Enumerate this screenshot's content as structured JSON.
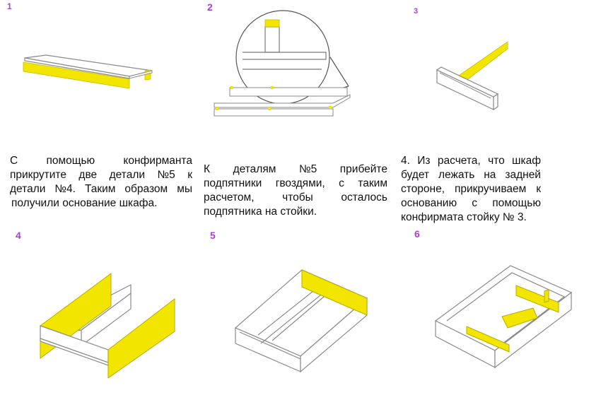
{
  "colors": {
    "accent_number": "#b23bd6",
    "panel_yellow": "#f2e600",
    "outline": "#8a8a8a"
  },
  "steps": [
    {
      "number": "1",
      "icon": "base-assembly-diagram"
    },
    {
      "number": "2",
      "icon": "foot-nailing-diagram"
    },
    {
      "number": "3",
      "icon": "post-attachment-diagram"
    },
    {
      "number": "4",
      "icon": "side-walls-diagram"
    },
    {
      "number": "5",
      "icon": "back-wall-diagram"
    },
    {
      "number": "6",
      "icon": "shelves-diagram"
    }
  ],
  "captions": {
    "step1": {
      "line1_words": [
        "С",
        "помощью",
        "конфирманта"
      ],
      "line2_words": [
        "прикрутите",
        "две",
        "детали",
        "№5",
        "к"
      ],
      "line3_words": [
        "детали",
        "№4.",
        "Таким",
        "образом",
        "мы"
      ],
      "line4": "получили основание шкафа."
    },
    "step2": {
      "line1_words": [
        "К",
        "деталям",
        "№5",
        "прибейте"
      ],
      "line2_words": [
        "подпятники",
        "гвоздями,",
        "с",
        "таким"
      ],
      "line3_words": [
        "расчетом,",
        "чтобы",
        "осталось"
      ],
      "line4": "подпятника на стойки."
    },
    "step3": {
      "line1_words": [
        "4.",
        "Из",
        "расчета,",
        "что",
        "шкаф"
      ],
      "line2_words": [
        "будет",
        "лежать",
        "на",
        "задней"
      ],
      "line3_words": [
        "стороне,",
        "прикручиваем",
        "к"
      ],
      "line4_words": [
        "основанию",
        "с",
        "помощью"
      ],
      "line5": "конфирмата стойку № 3."
    }
  }
}
